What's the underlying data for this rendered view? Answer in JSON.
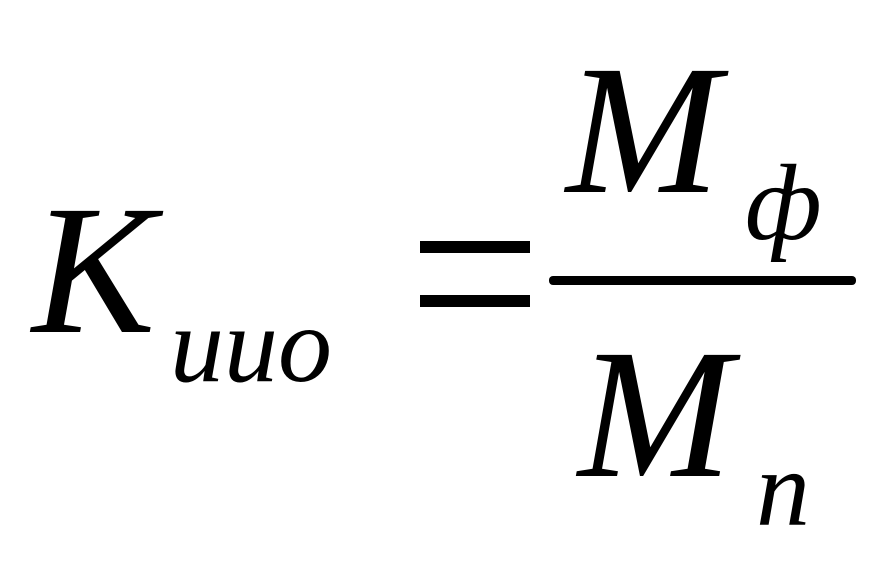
{
  "formula": {
    "lhs": {
      "variable": "K",
      "subscript": "иио"
    },
    "equals_sign": "=",
    "numerator": {
      "variable": "M",
      "subscript": "ф"
    },
    "denominator": {
      "variable": "M",
      "subscript": "п"
    }
  }
}
